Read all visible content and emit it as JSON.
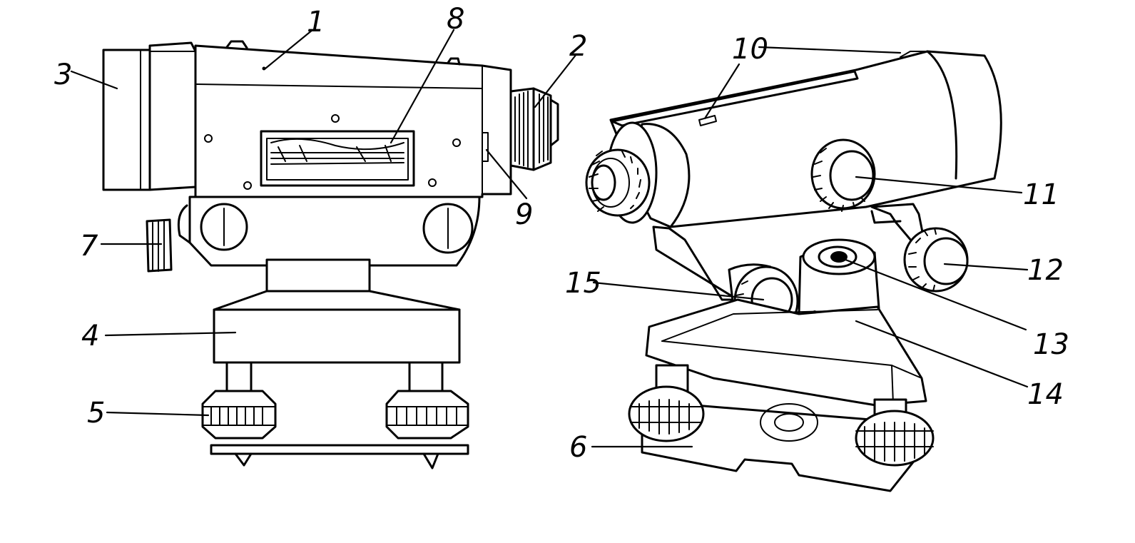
{
  "labels": [
    {
      "key": "1",
      "text": "1"
    },
    {
      "key": "2",
      "text": "2"
    },
    {
      "key": "3",
      "text": "3"
    },
    {
      "key": "4",
      "text": "4"
    },
    {
      "key": "5",
      "text": "5"
    },
    {
      "key": "6",
      "text": "6"
    },
    {
      "key": "7",
      "text": "7"
    },
    {
      "key": "8",
      "text": "8"
    },
    {
      "key": "9",
      "text": "9"
    },
    {
      "key": "10",
      "text": "10"
    },
    {
      "key": "11",
      "text": "11"
    },
    {
      "key": "12",
      "text": "12"
    },
    {
      "key": "13",
      "text": "13"
    },
    {
      "key": "14",
      "text": "14"
    },
    {
      "key": "15",
      "text": "15"
    }
  ],
  "colors": {
    "ink": "#000000",
    "paper": "#ffffff"
  }
}
